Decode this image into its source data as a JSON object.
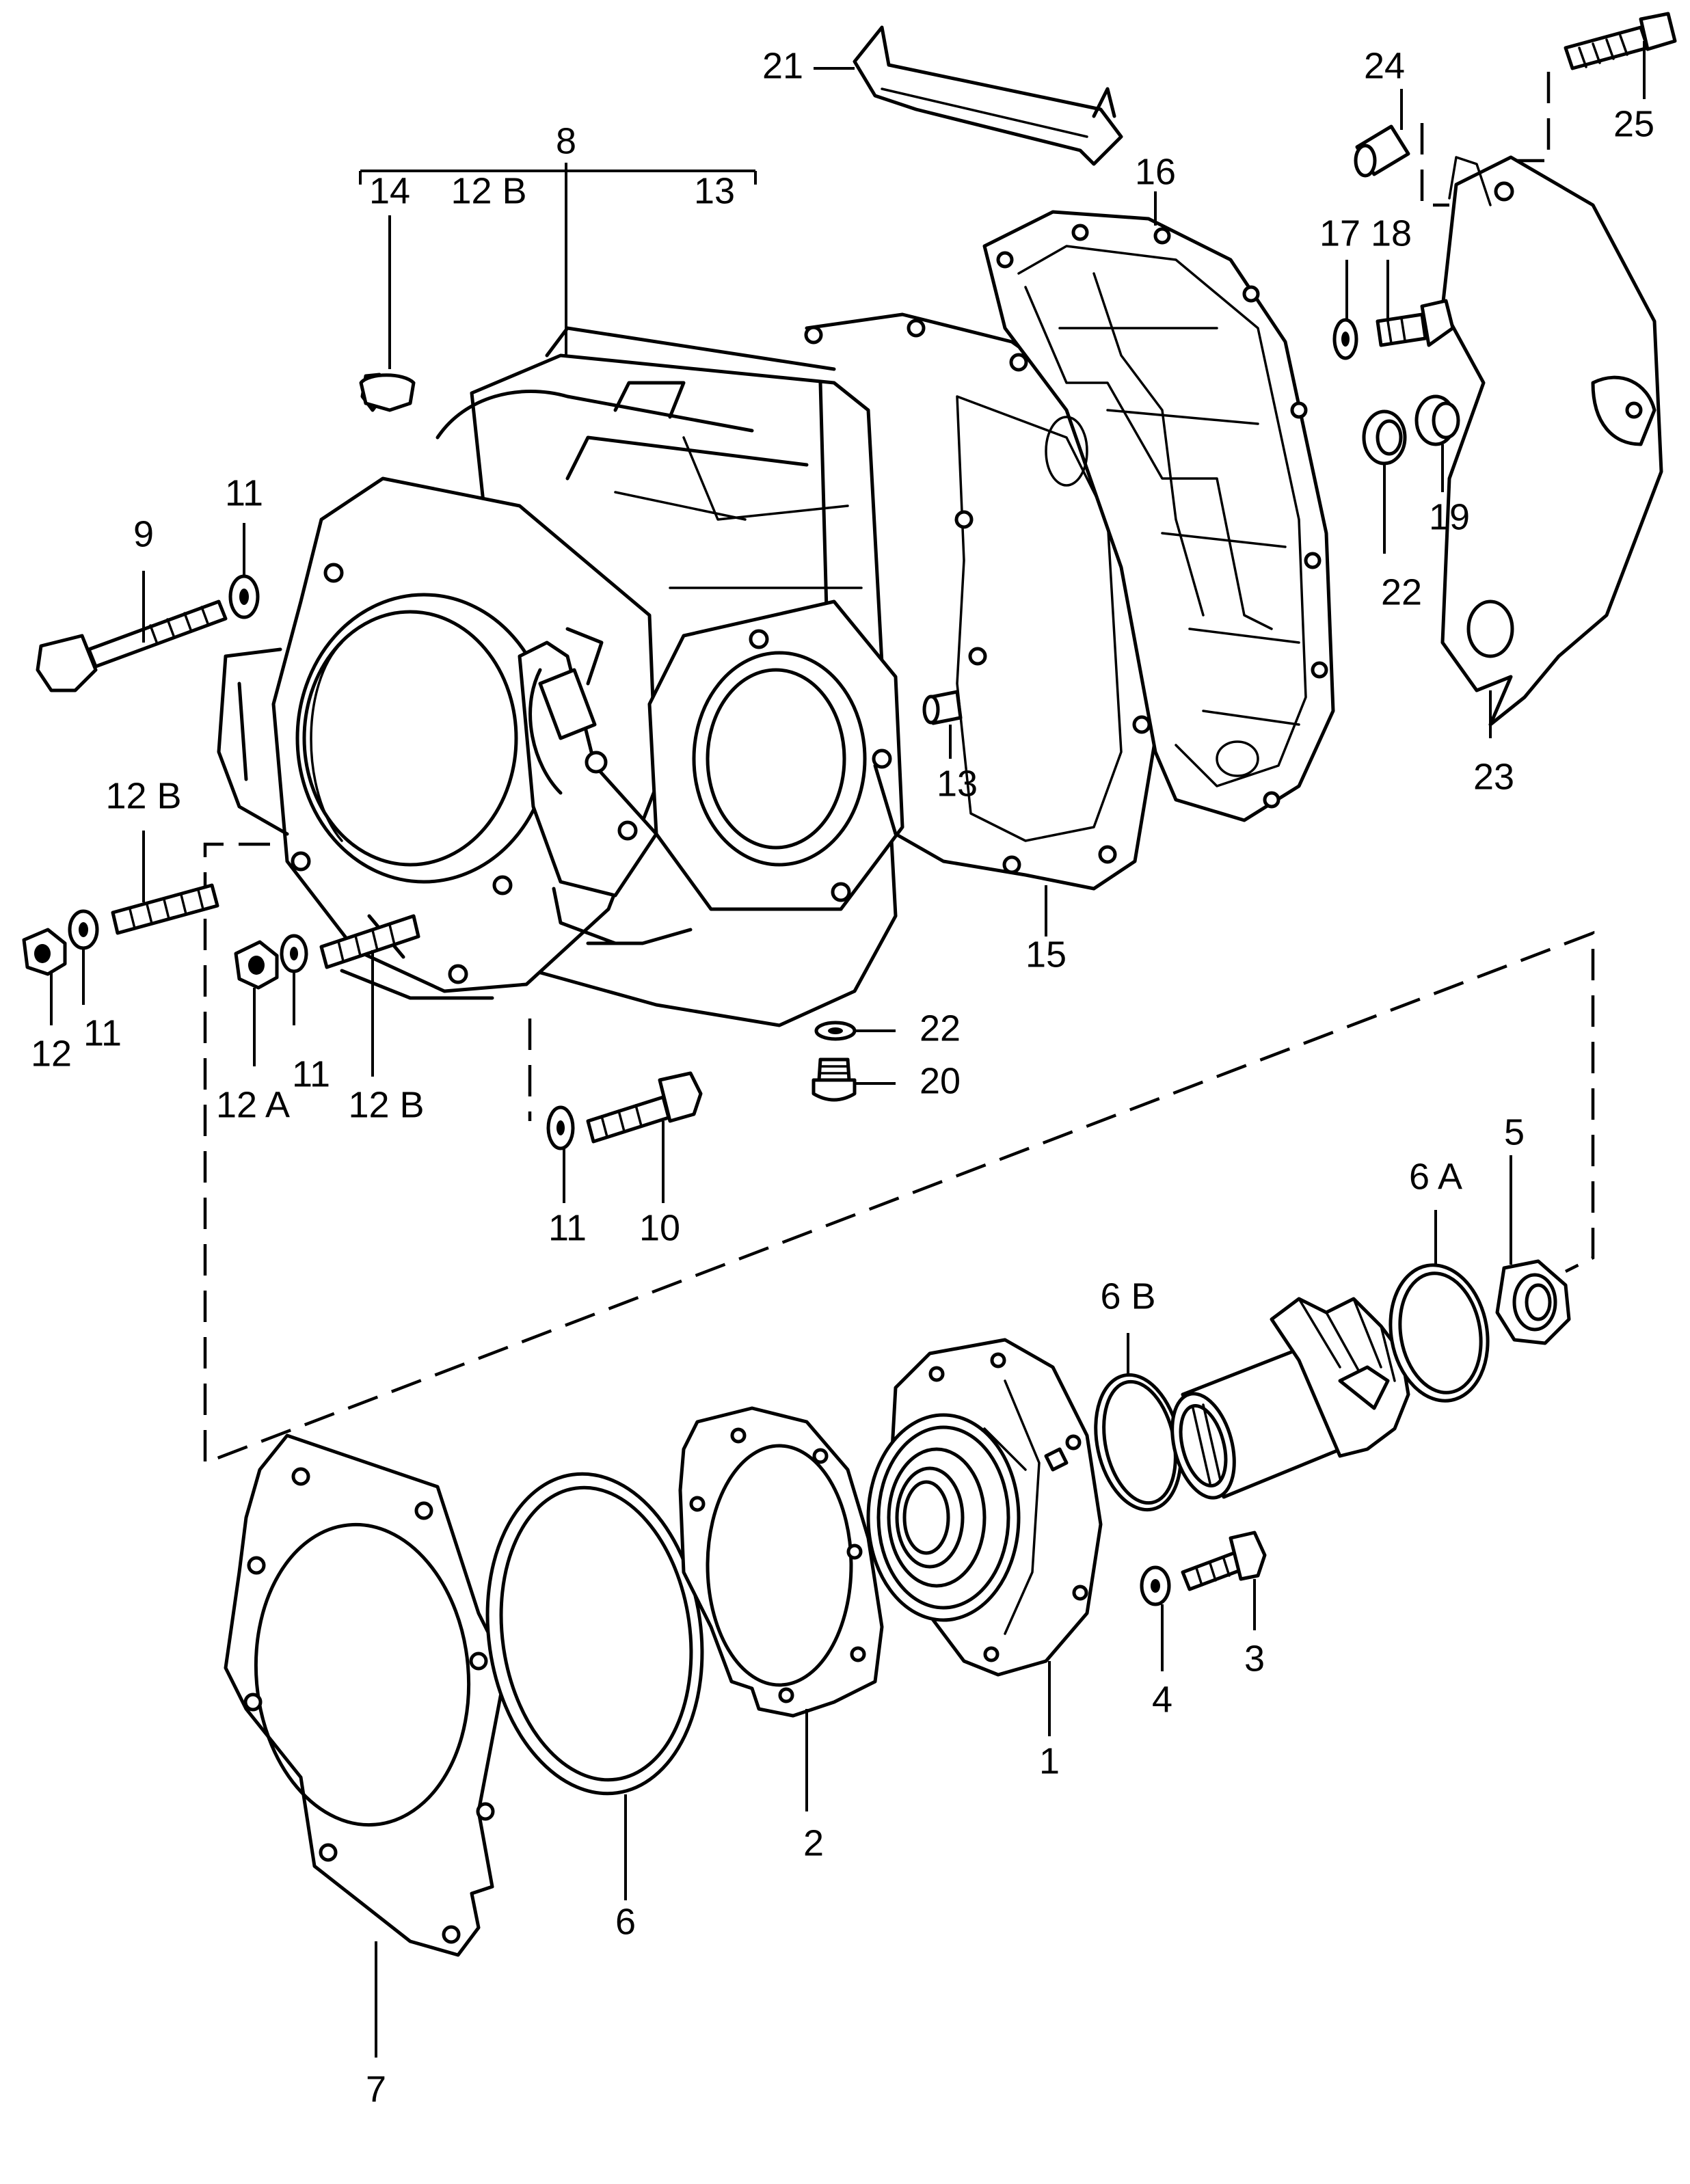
{
  "labels": {
    "p1": "1",
    "p2": "2",
    "p3": "3",
    "p4": "4",
    "p5": "5",
    "p6": "6",
    "p6a": "6 A",
    "p6b": "6 B",
    "p7": "7",
    "p8": "8",
    "p9": "9",
    "p10": "10",
    "p11_top": "11",
    "p11_left": "11",
    "p11_mid": "11",
    "p11_bottom": "11",
    "p12": "12",
    "p12a": "12 A",
    "p12b_top": "12 B",
    "p12b_left": "12 B",
    "p12b_mid": "12 B",
    "p13_top": "13",
    "p13_mid": "13",
    "p14": "14",
    "p15": "15",
    "p16": "16",
    "p17": "17",
    "p18": "18",
    "p19": "19",
    "p20": "20",
    "p21": "21",
    "p22_right": "22",
    "p22_mid": "22",
    "p23": "23",
    "p24": "24",
    "p25": "25"
  }
}
